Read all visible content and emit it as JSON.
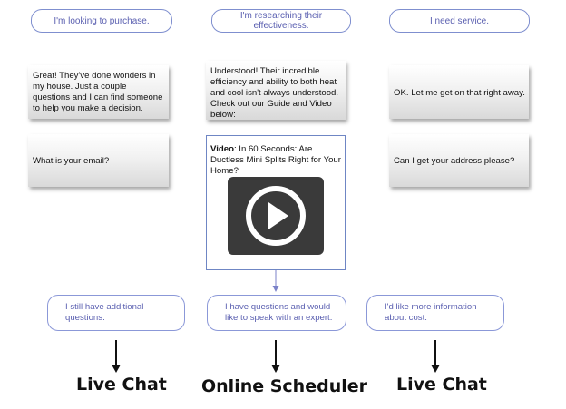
{
  "top_options": [
    {
      "label": "I'm looking to purchase."
    },
    {
      "label": "I'm researching their effectiveness."
    },
    {
      "label": "I need service."
    }
  ],
  "first_responses": [
    {
      "text": "Great! They've done wonders in my house. Just a couple questions and I can find someone to help you make a decision."
    },
    {
      "text": "Understood! Their incredible efficiency and ability to both heat and cool isn't always understood. Check out our Guide and Video below:"
    },
    {
      "text": "OK. Let me get on that right away."
    }
  ],
  "second_responses": [
    {
      "text": "What is your email?"
    },
    {
      "text": "Can I get your address please?"
    }
  ],
  "video": {
    "title_bold": "Video",
    "title_rest": ": In 60 Seconds: Are Ductless Mini Splits Right for Your Home?",
    "icon": "play-icon"
  },
  "bottom_choices": [
    {
      "label": "I still have additional questions."
    },
    {
      "label": "I have questions and would like to speak with an expert."
    },
    {
      "label": "I'd like more information about cost."
    }
  ],
  "destinations": [
    {
      "label": "Live Chat"
    },
    {
      "label": "Online Scheduler"
    },
    {
      "label": "Live Chat"
    }
  ],
  "colors": {
    "option_border": "#7f8fcf",
    "option_text": "#5a5fb0",
    "video_tile": "#3a3a3a",
    "connector": "#7b82c9"
  }
}
